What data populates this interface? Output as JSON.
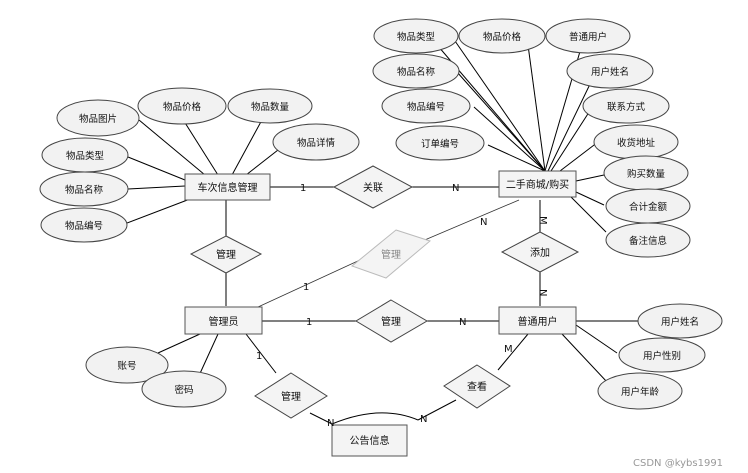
{
  "entities": {
    "car_info": "车次信息管理",
    "secondhand": "二手商城/购买",
    "admin": "管理员",
    "user": "普通用户",
    "notice": "公告信息"
  },
  "relationships": {
    "link": "关联",
    "manage_left": "管理",
    "manage_diag": "管理",
    "manage_mid": "管理",
    "add": "添加",
    "manage_bottom": "管理",
    "view": "查看"
  },
  "attributes": {
    "car_image": "物品图片",
    "car_price": "物品价格",
    "car_qty": "物品数量",
    "car_type": "物品类型",
    "car_detail": "物品详情",
    "car_name": "物品名称",
    "car_no": "物品编号",
    "sh_type": "物品类型",
    "sh_price": "物品价格",
    "sh_user": "普通用户",
    "sh_name": "物品名称",
    "sh_username": "用户姓名",
    "sh_no": "物品编号",
    "sh_contact": "联系方式",
    "sh_order": "订单编号",
    "sh_address": "收货地址",
    "sh_qty": "购买数量",
    "sh_total": "合计金额",
    "sh_note": "备注信息",
    "admin_account": "账号",
    "admin_password": "密码",
    "user_name": "用户姓名",
    "user_gender": "用户性别",
    "user_age": "用户年龄"
  },
  "cardinalities": {
    "car_link": "1",
    "link_sh": "N",
    "diag_admin": "1",
    "diag_sh": "N",
    "add_sh": "M",
    "add_user": "N",
    "admin_mid": "1",
    "mid_user": "N",
    "admin_bottom": "1",
    "bottom_notice": "N",
    "notice_view": "N",
    "view_user": "M"
  },
  "watermark": "CSDN @kybs1991"
}
